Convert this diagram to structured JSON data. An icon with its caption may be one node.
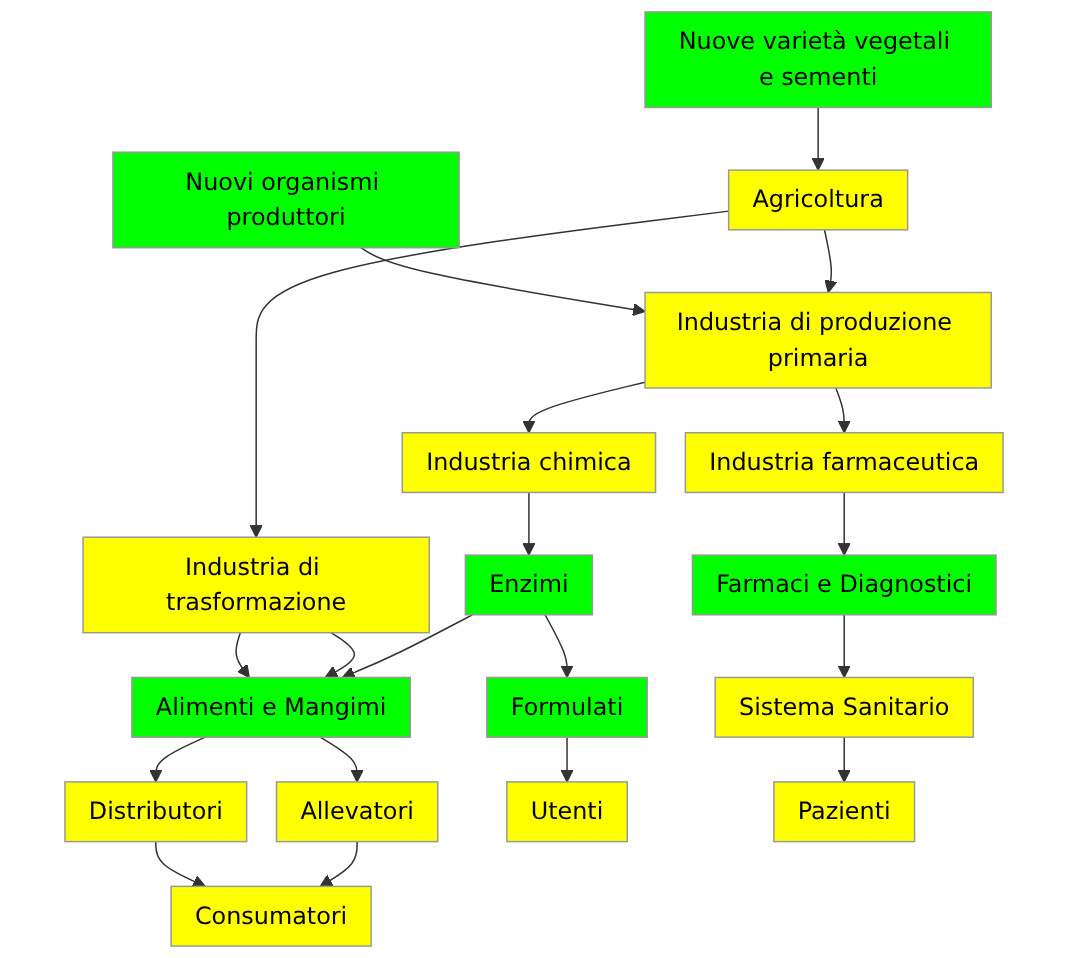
{
  "diagram": {
    "nodes": [
      {
        "text": [
          "Nuove varietà vegetali e sementi"
        ]
      },
      {
        "text": [
          "Nuovi organismi produttori"
        ]
      },
      {
        "text": [
          "Agricoltura"
        ]
      },
      {
        "text": [
          "Industria di produzione primaria"
        ]
      },
      {
        "text": [
          "Industria di trasformazione"
        ]
      },
      {
        "text": [
          "Industria chimica"
        ]
      },
      {
        "text": [
          "Industria farmaceutica"
        ]
      },
      {
        "text": [
          "Alimenti e Mangimi"
        ]
      },
      {
        "text": [
          "Enzimi"
        ]
      },
      {
        "text": [
          "Farmaci e Diagnostici"
        ]
      },
      {
        "text": [
          "Distributori"
        ]
      },
      {
        "text": [
          "Allevatori"
        ]
      },
      {
        "text": [
          "Formulati"
        ]
      },
      {
        "text": [
          "Sistema Sanitario"
        ]
      },
      {
        "text": [
          "Consumatori"
        ]
      },
      {
        "text": [
          "Utenti"
        ]
      },
      {
        "text": [
          "Pazienti"
        ]
      }
    ],
    "edges": [
      {
        "from": 0,
        "to": 2,
        "arrow": "to"
      },
      {
        "from": 1,
        "to": 3,
        "arrow": "to"
      },
      {
        "from": 2,
        "to": 3,
        "arrow": "to"
      },
      {
        "from": 2,
        "to": 4,
        "arrow": "to"
      },
      {
        "from": 3,
        "to": 5,
        "arrow": "to"
      },
      {
        "from": 3,
        "to": 6,
        "arrow": "to"
      },
      {
        "from": 4,
        "to": 7,
        "arrow": "to"
      },
      {
        "from": 4,
        "to": 7,
        "arrow": "to"
      },
      {
        "from": 5,
        "to": 8,
        "arrow": "to"
      },
      {
        "from": 6,
        "to": 9,
        "arrow": "to"
      },
      {
        "from": 8,
        "to": 7,
        "arrow": "to"
      },
      {
        "from": 7,
        "to": 10,
        "arrow": "to"
      },
      {
        "from": 7,
        "to": 11,
        "arrow": "to"
      },
      {
        "from": 8,
        "to": 12,
        "arrow": "to"
      },
      {
        "from": 9,
        "to": 13,
        "arrow": "to"
      },
      {
        "from": 10,
        "to": 14,
        "arrow": "to"
      },
      {
        "from": 11,
        "to": 14,
        "arrow": "to"
      },
      {
        "from": 12,
        "to": 15,
        "arrow": "to"
      },
      {
        "from": 13,
        "to": 16,
        "arrow": "to"
      }
    ]
  }
}
